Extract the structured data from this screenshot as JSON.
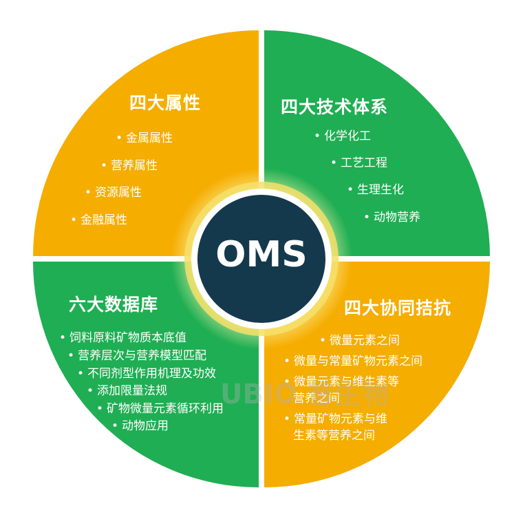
{
  "center": {
    "label": "OMS",
    "bg_color": "#14394d"
  },
  "colors": {
    "orange": "#f5ad00",
    "green": "#1fae53",
    "ring_light": "#f7e47a",
    "ring_green": "#8ccf6a"
  },
  "quadrants": {
    "top_left": {
      "title": "四大属性",
      "items": [
        "金属属性",
        "营养属性",
        "资源属性",
        "金融属性"
      ]
    },
    "top_right": {
      "title": "四大技术体系",
      "items": [
        "化学化工",
        "工艺工程",
        "生理生化",
        "动物营养"
      ]
    },
    "bottom_left": {
      "title": "六大数据库",
      "items": [
        "饲料原料矿物质本底值",
        "营养层次与营养模型匹配",
        "不同剂型作用机理及功效",
        "添加限量法规",
        "矿物微量元素循环利用",
        "动物应用"
      ]
    },
    "bottom_right": {
      "title": "四大协同拮抗",
      "items": [
        "微量元素之间",
        "微量与常量矿物元素之间",
        "微量元素与维生素等",
        "营养之间",
        "常量矿物元素与维",
        "生素等营养之间"
      ]
    }
  },
  "watermark": "UBIO 普生物"
}
